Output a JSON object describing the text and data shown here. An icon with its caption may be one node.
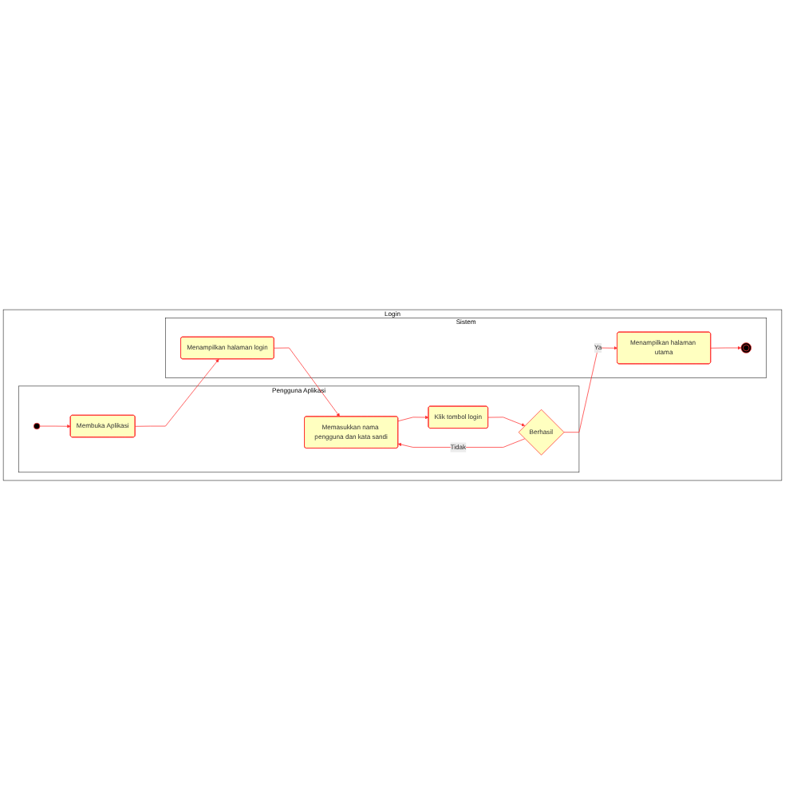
{
  "diagram": {
    "nodes": [
      {
        "text": [
          "Login"
        ]
      },
      {
        "text": [
          "Pengguna Aplikasi"
        ],
        "in": 0
      },
      {
        "text": [
          "Sistem"
        ],
        "in": 0
      },
      {
        "text": [],
        "shape": "circle",
        "in": 1
      },
      {
        "text": [
          "Membuka Aplikasi"
        ],
        "in": 1
      },
      {
        "text": [
          "Menampilkan halaman login"
        ],
        "in": 2
      },
      {
        "text": [
          "Memasukkan nama pengguna dan kata sandi"
        ],
        "in": 1
      },
      {
        "text": [
          "Klik tombol login"
        ],
        "in": 1
      },
      {
        "text": [
          "Berhasil"
        ],
        "in": 1
      },
      {
        "text": [
          "Menampilkan halaman utama"
        ],
        "in": 2
      },
      {
        "text": [],
        "shape": "circle",
        "in": 2
      }
    ],
    "edges": [
      {
        "from": 3,
        "to": 4,
        "arrow": "to"
      },
      {
        "from": 4,
        "to": 5,
        "arrow": "to"
      },
      {
        "from": 5,
        "to": 6,
        "arrow": "to"
      },
      {
        "from": 6,
        "to": 7,
        "arrow": "to"
      },
      {
        "from": 7,
        "to": 8,
        "arrow": "to"
      },
      {
        "from": 8,
        "to": 6,
        "arrow": "to",
        "label": "Tidak"
      },
      {
        "from": 8,
        "to": 9,
        "arrow": "to",
        "label": "Ya"
      },
      {
        "from": 9,
        "to": 10,
        "arrow": "to"
      }
    ]
  }
}
